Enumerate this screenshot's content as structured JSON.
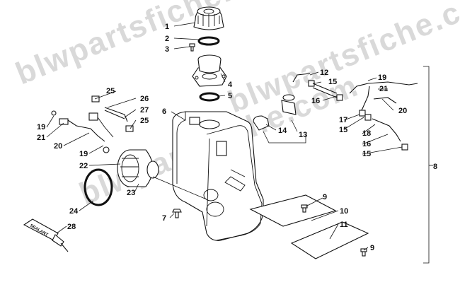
{
  "watermark": "blwpartsfiche.com",
  "sealant_label": "SEALANT",
  "callouts": [
    "1",
    "2",
    "3",
    "4",
    "5",
    "6",
    "7",
    "8",
    "9",
    "9",
    "10",
    "11",
    "12",
    "13",
    "14",
    "15",
    "15",
    "15",
    "16",
    "16",
    "17",
    "18",
    "19",
    "19",
    "19",
    "20",
    "20",
    "21",
    "21",
    "22",
    "23",
    "24",
    "25",
    "25",
    "26",
    "27",
    "28"
  ]
}
